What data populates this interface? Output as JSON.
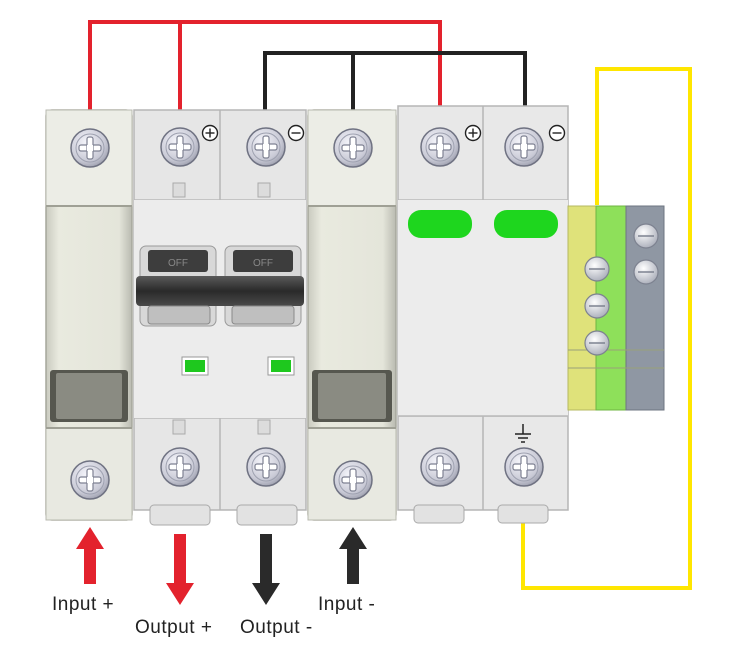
{
  "labels": {
    "input_plus": "Input +",
    "output_plus": "Output +",
    "output_minus": "Output -",
    "input_minus": "Input -"
  },
  "handle_text": "OFF",
  "colors": {
    "positive_wire": "#e3222d",
    "negative_wire": "#222222",
    "ground_wire": "#ffe600",
    "status_window": "#1ed61e",
    "indicator": "#1ec81e",
    "earth_bar_yellow": "#dfe27a",
    "earth_bar_green": "#8ee05a",
    "earth_bar_grey": "#8f97a3",
    "arrow_red": "#e3222d",
    "arrow_black": "#2a2a2a"
  },
  "modules": [
    {
      "name": "input-plus-isolator",
      "type": "isolator"
    },
    {
      "name": "breaker-pole-positive",
      "type": "breaker",
      "terminal_symbol": "+"
    },
    {
      "name": "breaker-pole-negative",
      "type": "breaker",
      "terminal_symbol": "-"
    },
    {
      "name": "input-minus-isolator",
      "type": "isolator"
    },
    {
      "name": "surge-protector-positive",
      "type": "spd",
      "terminal_symbol": "+"
    },
    {
      "name": "surge-protector-negative",
      "type": "spd",
      "terminal_symbol": "-",
      "bottom_symbol": "ground"
    }
  ]
}
